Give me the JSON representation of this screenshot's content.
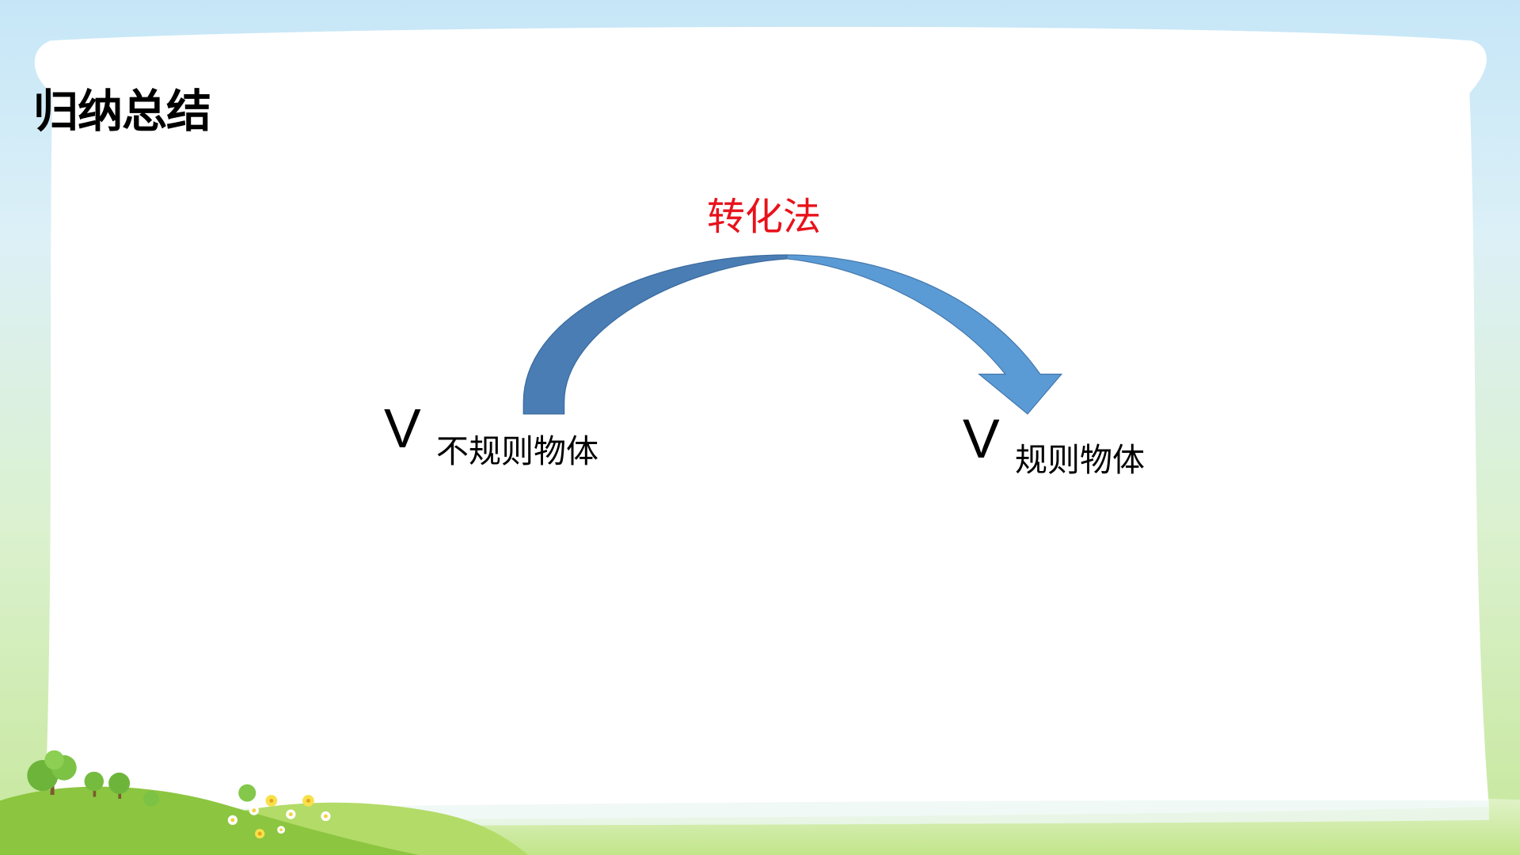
{
  "slide": {
    "title": "归纳总结",
    "method_label": "转化法",
    "left": {
      "symbol": "V",
      "subscript": "不规则物体"
    },
    "right": {
      "symbol": "V",
      "subscript": "规则物体"
    }
  },
  "colors": {
    "title": "#000000",
    "method_label": "#e8121b",
    "arrow_dark": "#4a7db4",
    "arrow_light": "#5b9bd5"
  }
}
